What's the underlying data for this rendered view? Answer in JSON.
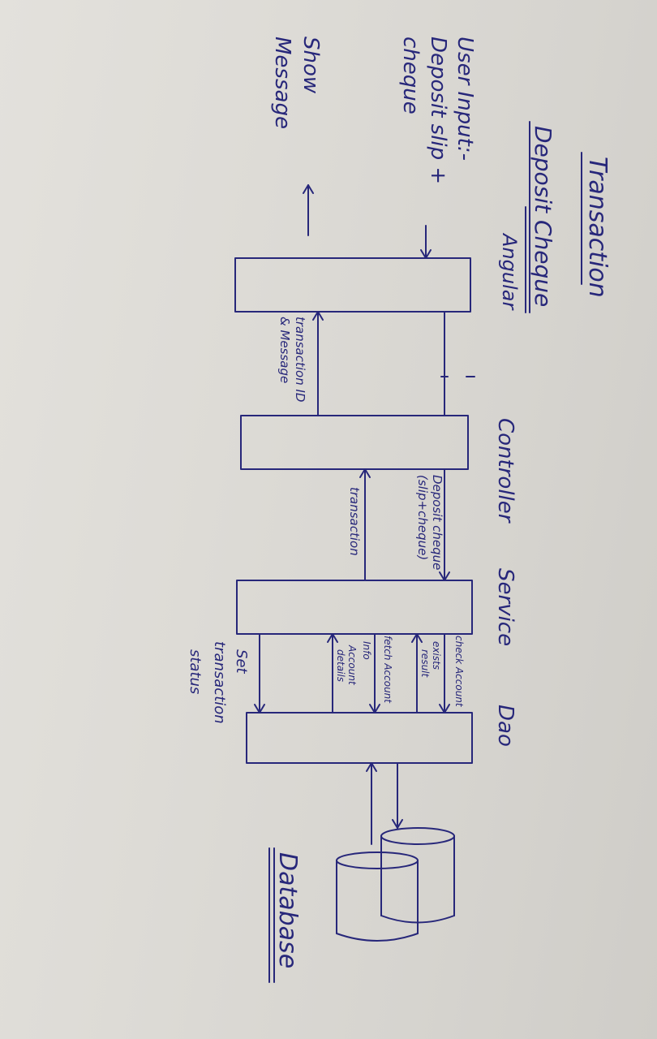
{
  "title": "Transaction",
  "subtitle": "Deposit Cheque",
  "user_input": {
    "heading": "User Input:-",
    "line2": "Deposit slip +",
    "line3": "cheque"
  },
  "output": {
    "line1": "Show",
    "line2": "Message"
  },
  "participants": {
    "angular": "Angular",
    "controller": "Controller",
    "service": "Service",
    "dao": "Dao",
    "database": "Database"
  },
  "messages": {
    "deposit_cheque_l1": "Deposit cheque",
    "deposit_cheque_l2": "(slip+cheque)",
    "check_account_l1": "check Account",
    "check_account_l2": "exists",
    "check_account_l3": "result",
    "fetch_account_l1": "fetch Account",
    "fetch_account_l2": "Info",
    "fetch_account_l3": "Account",
    "fetch_account_l4": "details",
    "set_tx_l1": "Set",
    "set_tx_l2": "transaction",
    "set_tx_l3": "status",
    "transaction": "transaction",
    "tx_id_l1": "transaction ID",
    "tx_id_l2": "& Message"
  },
  "colors": {
    "ink": "#27277a",
    "paper": "#e0ded9"
  }
}
